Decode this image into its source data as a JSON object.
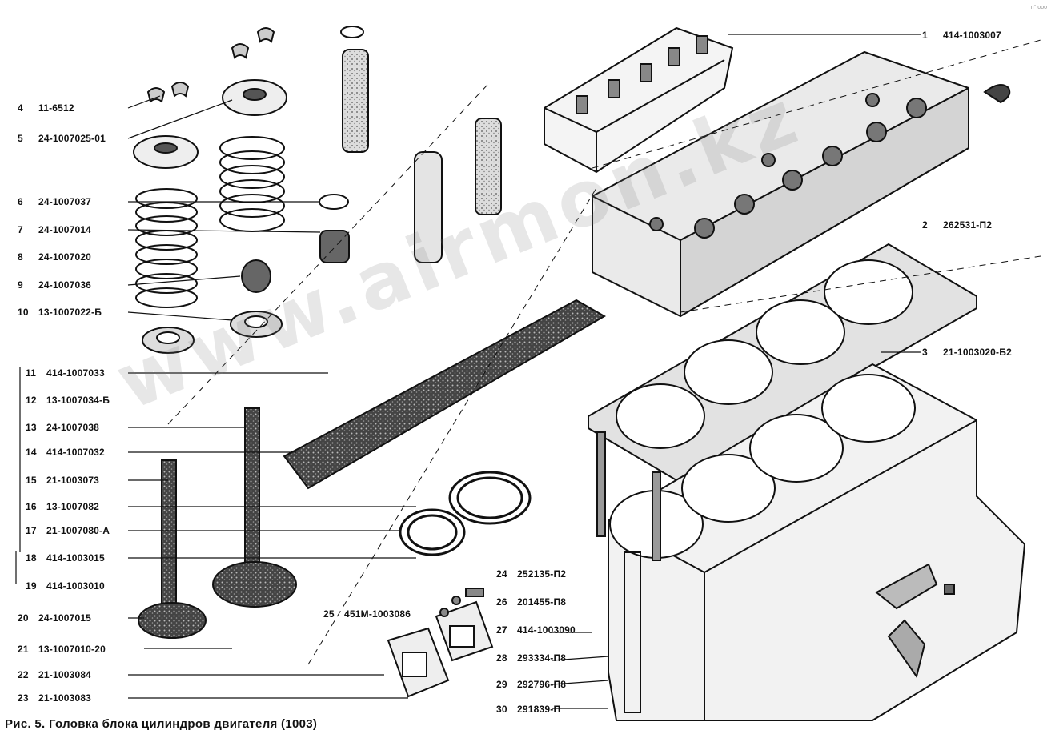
{
  "caption": "Рис. 5. Головка блока цилиндров двигателя (1003)",
  "watermark": "www.airmon.kz",
  "corner_mark": "n° ооо",
  "callouts_left": [
    {
      "num": "4",
      "part": "11-6512"
    },
    {
      "num": "5",
      "part": "24-1007025-01"
    },
    {
      "num": "6",
      "part": "24-1007037"
    },
    {
      "num": "7",
      "part": "24-1007014"
    },
    {
      "num": "8",
      "part": "24-1007020"
    },
    {
      "num": "9",
      "part": "24-1007036"
    },
    {
      "num": "10",
      "part": "13-1007022-Б"
    },
    {
      "num": "11",
      "part": "414-1007033"
    },
    {
      "num": "12",
      "part": "13-1007034-Б"
    },
    {
      "num": "13",
      "part": "24-1007038"
    },
    {
      "num": "14",
      "part": "414-1007032"
    },
    {
      "num": "15",
      "part": "21-1003073"
    },
    {
      "num": "16",
      "part": "13-1007082"
    },
    {
      "num": "17",
      "part": "21-1007080-А"
    },
    {
      "num": "18",
      "part": "414-1003015"
    },
    {
      "num": "19",
      "part": "414-1003010"
    },
    {
      "num": "20",
      "part": "24-1007015"
    },
    {
      "num": "21",
      "part": "13-1007010-20"
    },
    {
      "num": "22",
      "part": "21-1003084"
    },
    {
      "num": "23",
      "part": "21-1003083"
    }
  ],
  "callouts_right": [
    {
      "num": "1",
      "part": "414-1003007"
    },
    {
      "num": "2",
      "part": "262531-П2"
    },
    {
      "num": "3",
      "part": "21-1003020-Б2"
    }
  ],
  "callouts_bottom": [
    {
      "num": "24",
      "part": "252135-П2"
    },
    {
      "num": "25",
      "part": "451М-1003086"
    },
    {
      "num": "26",
      "part": "201455-П8"
    },
    {
      "num": "27",
      "part": "414-1003090"
    },
    {
      "num": "28",
      "part": "293334-П8"
    },
    {
      "num": "29",
      "part": "292796-П8"
    },
    {
      "num": "30",
      "part": "291839-П"
    }
  ]
}
